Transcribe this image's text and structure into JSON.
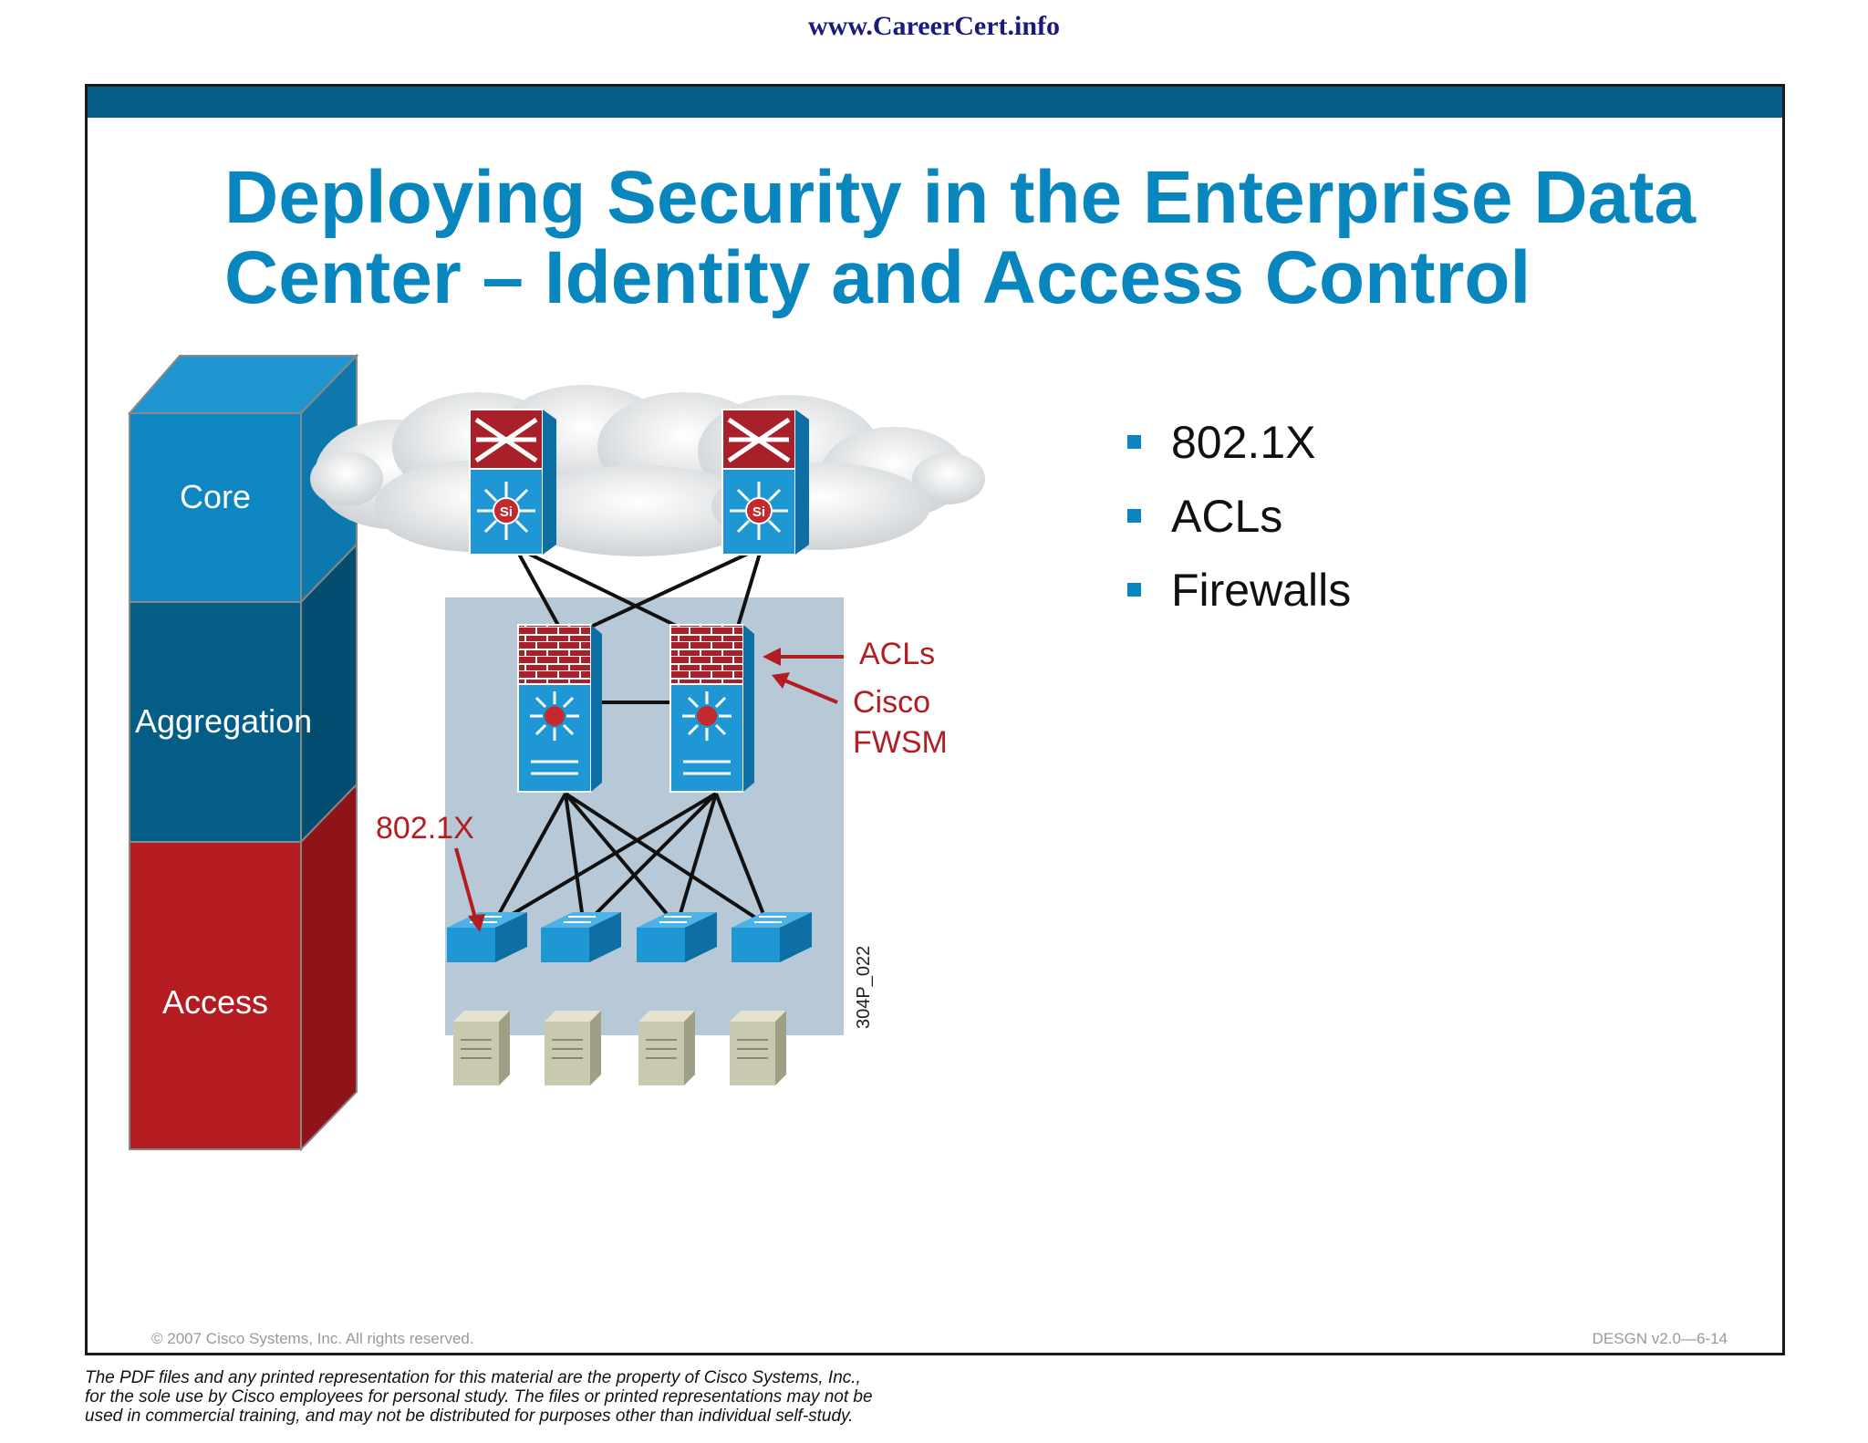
{
  "header": {
    "url": "www.CareerCert.info"
  },
  "slide": {
    "title_line1": "Deploying Security in the Enterprise Data",
    "title_line2": "Center – Identity and Access Control",
    "bullets": [
      "802.1X",
      "ACLs",
      "Firewalls"
    ],
    "copyright": "© 2007 Cisco Systems, Inc. All rights reserved.",
    "course_code": "DESGN v2.0—6-14"
  },
  "diagram": {
    "layers": [
      "Core",
      "Aggregation",
      "Access"
    ],
    "callouts": {
      "acls": "ACLs",
      "fwsm_line1": "Cisco",
      "fwsm_line2": "FWSM",
      "dot1x": "802.1X"
    },
    "figure_id": "304P_022",
    "switch_logo": "Si",
    "colors": {
      "core": "#0e86c2",
      "aggregation": "#045d86",
      "access": "#b51c22",
      "switch_blue": "#1f97d4",
      "firewall_red": "#a8202a",
      "module_bg": "#b7c9d6"
    }
  },
  "footer": {
    "disclaimer_line1": "The PDF files and any printed representation for this material are the property of Cisco Systems, Inc.,",
    "disclaimer_line2": "for the sole use by Cisco employees for personal study. The files or printed representations may not be",
    "disclaimer_line3": "used in commercial training, and may not be distributed for purposes other than individual self-study."
  }
}
